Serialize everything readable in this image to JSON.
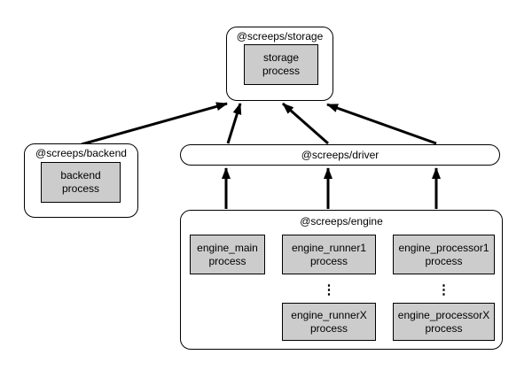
{
  "colors": {
    "background": "#ffffff",
    "node_fill": "#ffffff",
    "node_border": "#000000",
    "process_fill": "#cccccc",
    "arrow": "#000000"
  },
  "nodes": {
    "storage": {
      "title": "@screeps/storage",
      "process": "storage process"
    },
    "backend": {
      "title": "@screeps/backend",
      "process": "backend process"
    },
    "driver": {
      "title": "@screeps/driver"
    },
    "engine": {
      "title": "@screeps/engine",
      "processes": {
        "main": "engine_main process",
        "runner1": "engine_runner1 process",
        "runnerX": "engine_runnerX process",
        "processor1": "engine_processor1 process",
        "processorX": "engine_processorX process"
      },
      "ellipsis": "⋮"
    }
  },
  "connections": [
    {
      "from": "@screeps/backend",
      "to": "@screeps/storage"
    },
    {
      "from": "@screeps/driver",
      "to": "@screeps/storage"
    },
    {
      "from": "@screeps/driver",
      "to": "@screeps/storage"
    },
    {
      "from": "@screeps/driver",
      "to": "@screeps/storage"
    },
    {
      "from": "@screeps/engine",
      "to": "@screeps/driver"
    },
    {
      "from": "@screeps/engine",
      "to": "@screeps/driver"
    },
    {
      "from": "@screeps/engine",
      "to": "@screeps/driver"
    }
  ]
}
